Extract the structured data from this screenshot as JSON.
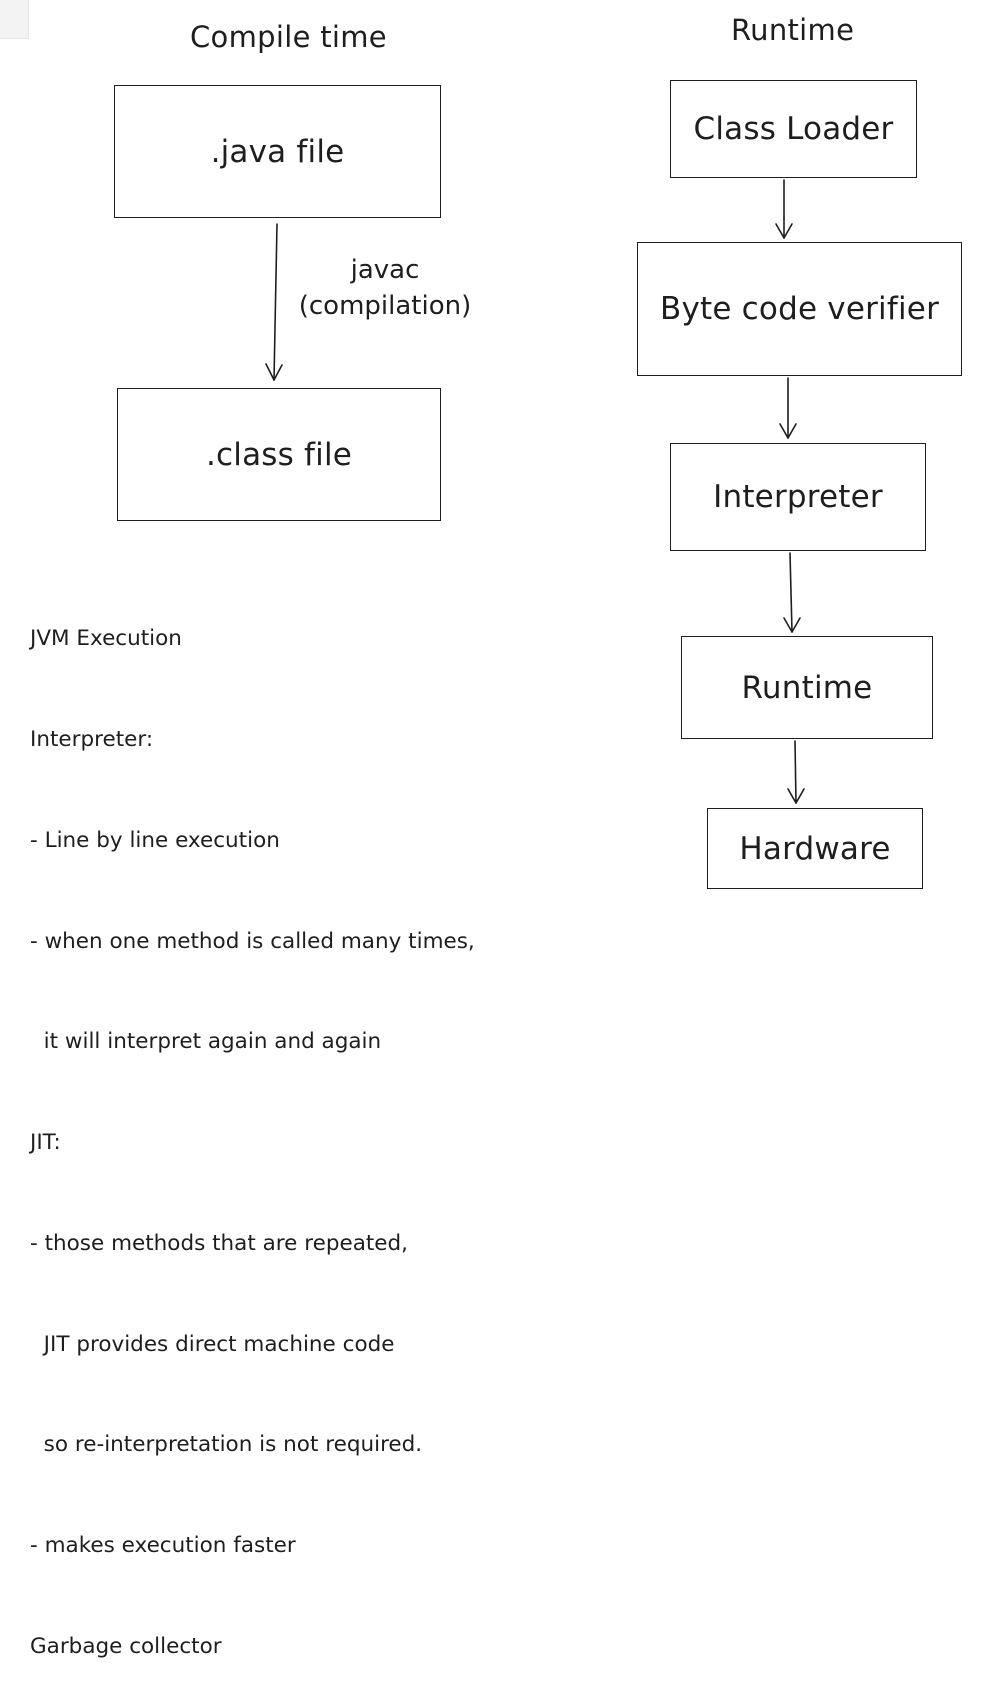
{
  "compile_time": {
    "heading": "Compile time",
    "source_box": ".java file",
    "edge_label_line1": "javac",
    "edge_label_line2": "(compilation)",
    "output_box": ".class file"
  },
  "runtime": {
    "heading": "Runtime",
    "steps": [
      "Class Loader",
      "Byte code verifier",
      "Interpreter",
      "Runtime",
      "Hardware"
    ]
  },
  "notes": [
    "JVM Execution",
    "Interpreter:",
    "- Line by line execution",
    "- when one method is called many times,",
    "  it will interpret again and again",
    "JIT:",
    "- those methods that are repeated,",
    "  JIT provides direct machine code",
    "  so re-interpretation is not required.",
    "- makes execution faster",
    "Garbage collector"
  ]
}
